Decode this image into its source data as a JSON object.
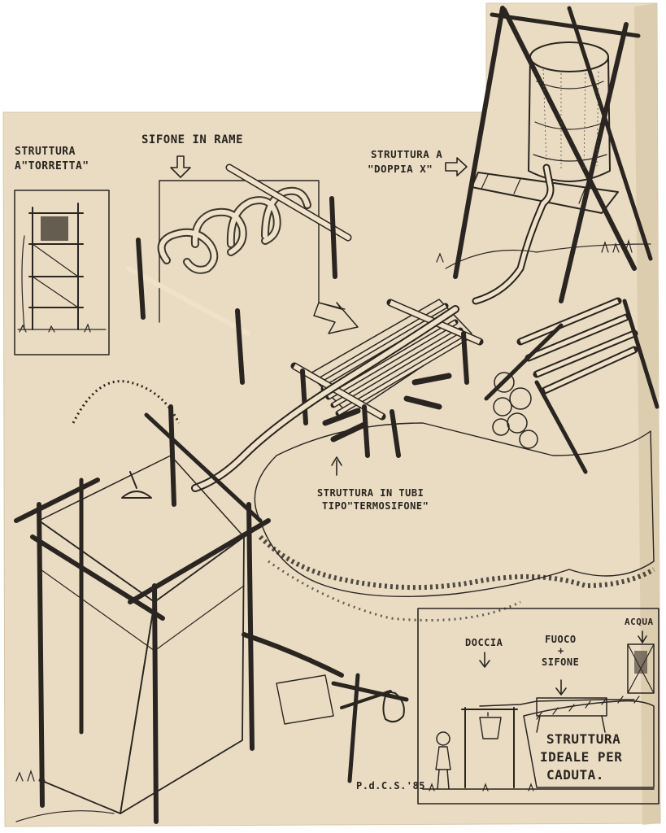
{
  "colors": {
    "paper": "#e9dcc3",
    "paper_shade": "#ddcdb0",
    "ink": "#2a2520",
    "page_white": "#ffffff"
  },
  "labels": {
    "torretta": [
      "STRUTTURA",
      "A\"TORRETTA\""
    ],
    "sifone": "SIFONE IN RAME",
    "doppia_x": [
      "STRUTTURA A",
      "\"DOPPIA X\""
    ],
    "tubi": [
      "STRUTTURA IN TUBI",
      "TIPO\"TERMOSIFONE\""
    ],
    "doccia": "DOCCIA",
    "fuoco": [
      "FUOCO",
      "+",
      "SIFONE"
    ],
    "acqua": "ACQUA",
    "ideale": [
      "STRUTTURA",
      "IDEALE PER",
      "CADUTA."
    ],
    "signature": "P.d.C.S.'85"
  }
}
